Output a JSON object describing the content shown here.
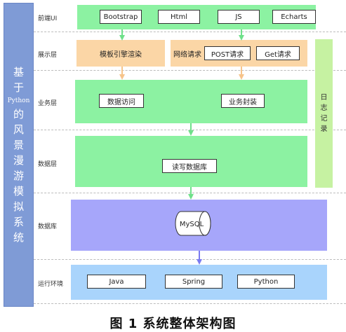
{
  "sidebar_title_chars": [
    "基",
    "于",
    "Python",
    "的",
    "风",
    "景",
    "漫",
    "游",
    "模",
    "拟",
    "系",
    "统"
  ],
  "layers": {
    "frontend": {
      "label": "前端UI",
      "items": [
        "Bootstrap",
        "Html",
        "JS",
        "Echarts"
      ]
    },
    "presentation": {
      "label": "展示层",
      "template": "模板引擎渲染",
      "network_label": "网络请求",
      "items": [
        "POST请求",
        "Get请求"
      ]
    },
    "business": {
      "label": "业务层",
      "items": [
        "数据访问",
        "业务封装"
      ]
    },
    "data": {
      "label": "数据层",
      "item": "读写数据库"
    },
    "database": {
      "label": "数据库",
      "item": "MySQL"
    },
    "runtime": {
      "label": "运行环境",
      "items": [
        "Java",
        "Spring",
        "Python"
      ]
    }
  },
  "log_chars": [
    "日",
    "志",
    "记",
    "录"
  ],
  "caption": "图 1  系统整体架构图",
  "colors": {
    "sidebar": "#7f9bd6",
    "frontend": "#8cf2a2",
    "presentation": "#fbd6a6",
    "business": "#8cf2a2",
    "data": "#8cf2a2",
    "database": "#a6a6fa",
    "runtime": "#a9d4fc",
    "log": "#c6f2a2"
  }
}
